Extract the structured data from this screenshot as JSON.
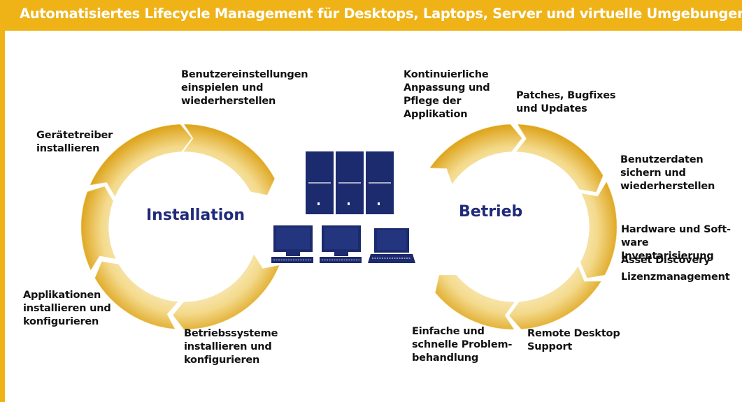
{
  "header": {
    "title": "Automatisiertes Lifecycle Management für Desktops, Laptops, Server und virtuelle Umgebungen"
  },
  "colors": {
    "accent": "#efb318",
    "arrow_light": "#f7e8b4",
    "arrow_dark": "#d9a21a",
    "navy": "#1c2a6e",
    "cycle_title": "#1f2a7a"
  },
  "installation": {
    "title": "Installation",
    "labels": {
      "settings": "Benutzereinstellungen\neinspielen und\nwiederherstellen",
      "drivers": "Gerätetreiber\ninstallieren",
      "apps": "Applikationen\ninstallieren und\nkonfigurieren",
      "os": "Betriebssysteme\ninstallieren und\nkonfigurieren"
    }
  },
  "betrieb": {
    "title": "Betrieb",
    "labels": {
      "maintenance": "Kontinuierliche\nAnpassung und\nPflege der\nApplikation",
      "patches": "Patches, Bugfixes\nund Updates",
      "backup": "Benutzerdaten\nsichern und\nwiederherstellen",
      "inventory": "Hardware und Soft-\nware Inventarisierung",
      "discovery": "Asset Discovery",
      "licensing": "Lizenzmanagement",
      "remote": "Remote Desktop\nSupport",
      "troubleshooting": "Einfache und\nschnelle Problem-\nbehandlung"
    }
  },
  "devices": {
    "servers": [
      "server-1",
      "server-2",
      "server-3"
    ],
    "clients": [
      "desktop-1",
      "desktop-2",
      "laptop"
    ]
  }
}
